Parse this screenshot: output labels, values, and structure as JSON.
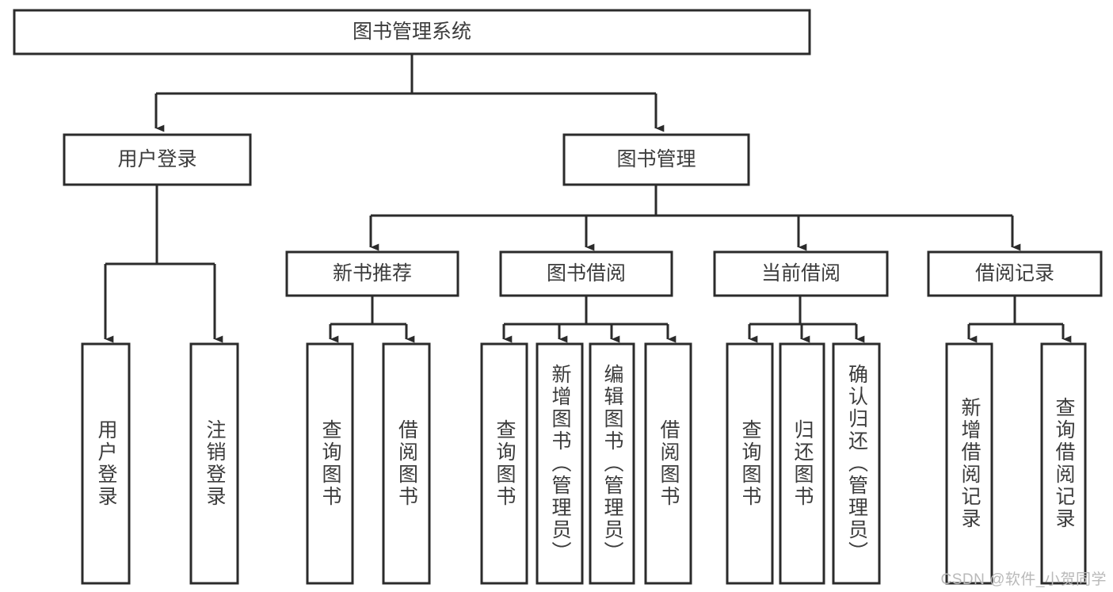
{
  "diagram": {
    "type": "tree-hierarchy",
    "title": "图书管理系统",
    "orientation": "top-down",
    "colors": {
      "box_stroke": "#2b2b2b",
      "box_fill": "#ffffff",
      "text": "#3c3c3c",
      "background": "#ffffff",
      "watermark": "#b9b9b9"
    },
    "root": {
      "label": "图书管理系统"
    },
    "level2": [
      {
        "label": "用户登录"
      },
      {
        "label": "图书管理"
      }
    ],
    "level3": [
      {
        "label": "新书推荐"
      },
      {
        "label": "图书借阅"
      },
      {
        "label": "当前借阅"
      },
      {
        "label": "借阅记录"
      }
    ],
    "leaves": {
      "user_login": [
        {
          "label": "用户登录"
        },
        {
          "label": "注销登录"
        }
      ],
      "new_book_recommend": [
        {
          "label": "查询图书"
        },
        {
          "label": "借阅图书"
        }
      ],
      "book_borrow": [
        {
          "label": "查询图书"
        },
        {
          "label": "新增图书（管理员）"
        },
        {
          "label": "编辑图书（管理员）"
        },
        {
          "label": "借阅图书"
        }
      ],
      "current_borrow": [
        {
          "label": "查询图书"
        },
        {
          "label": "归还图书"
        },
        {
          "label": "确认归还（管理员）"
        }
      ],
      "borrow_record": [
        {
          "label": "新增借阅记录"
        },
        {
          "label": "查询借阅记录"
        }
      ]
    },
    "watermark": "CSDN @软件_小贺同学"
  }
}
